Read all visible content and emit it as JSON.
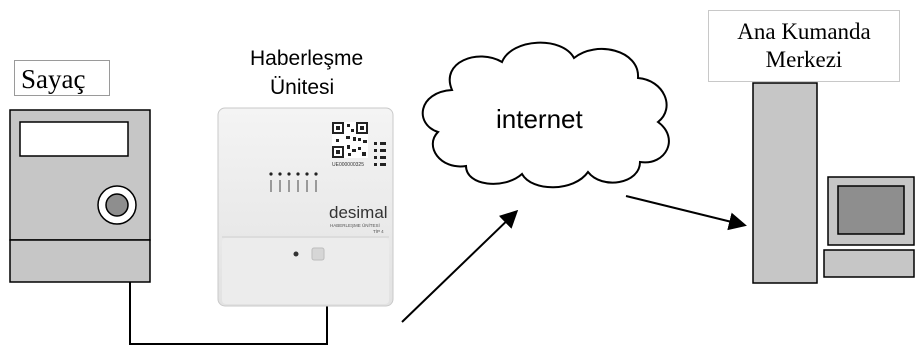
{
  "labels": {
    "meter": "Sayaç",
    "comm_unit_line1": "Haberleşme",
    "comm_unit_line2": "Ünitesi",
    "internet": "internet",
    "control_center_line1": "Ana Kumanda",
    "control_center_line2": "Merkezi"
  },
  "device": {
    "brand": "desimal",
    "subtitle": "HABERLEŞME ÜNİTESİ",
    "model": "TİP 4",
    "serial": "UE000000325"
  },
  "colors": {
    "meter_fill": "#c6c6c6",
    "computer_fill": "#c6c6c6",
    "screen_fill": "#8e8e8e",
    "line": "#000000"
  }
}
